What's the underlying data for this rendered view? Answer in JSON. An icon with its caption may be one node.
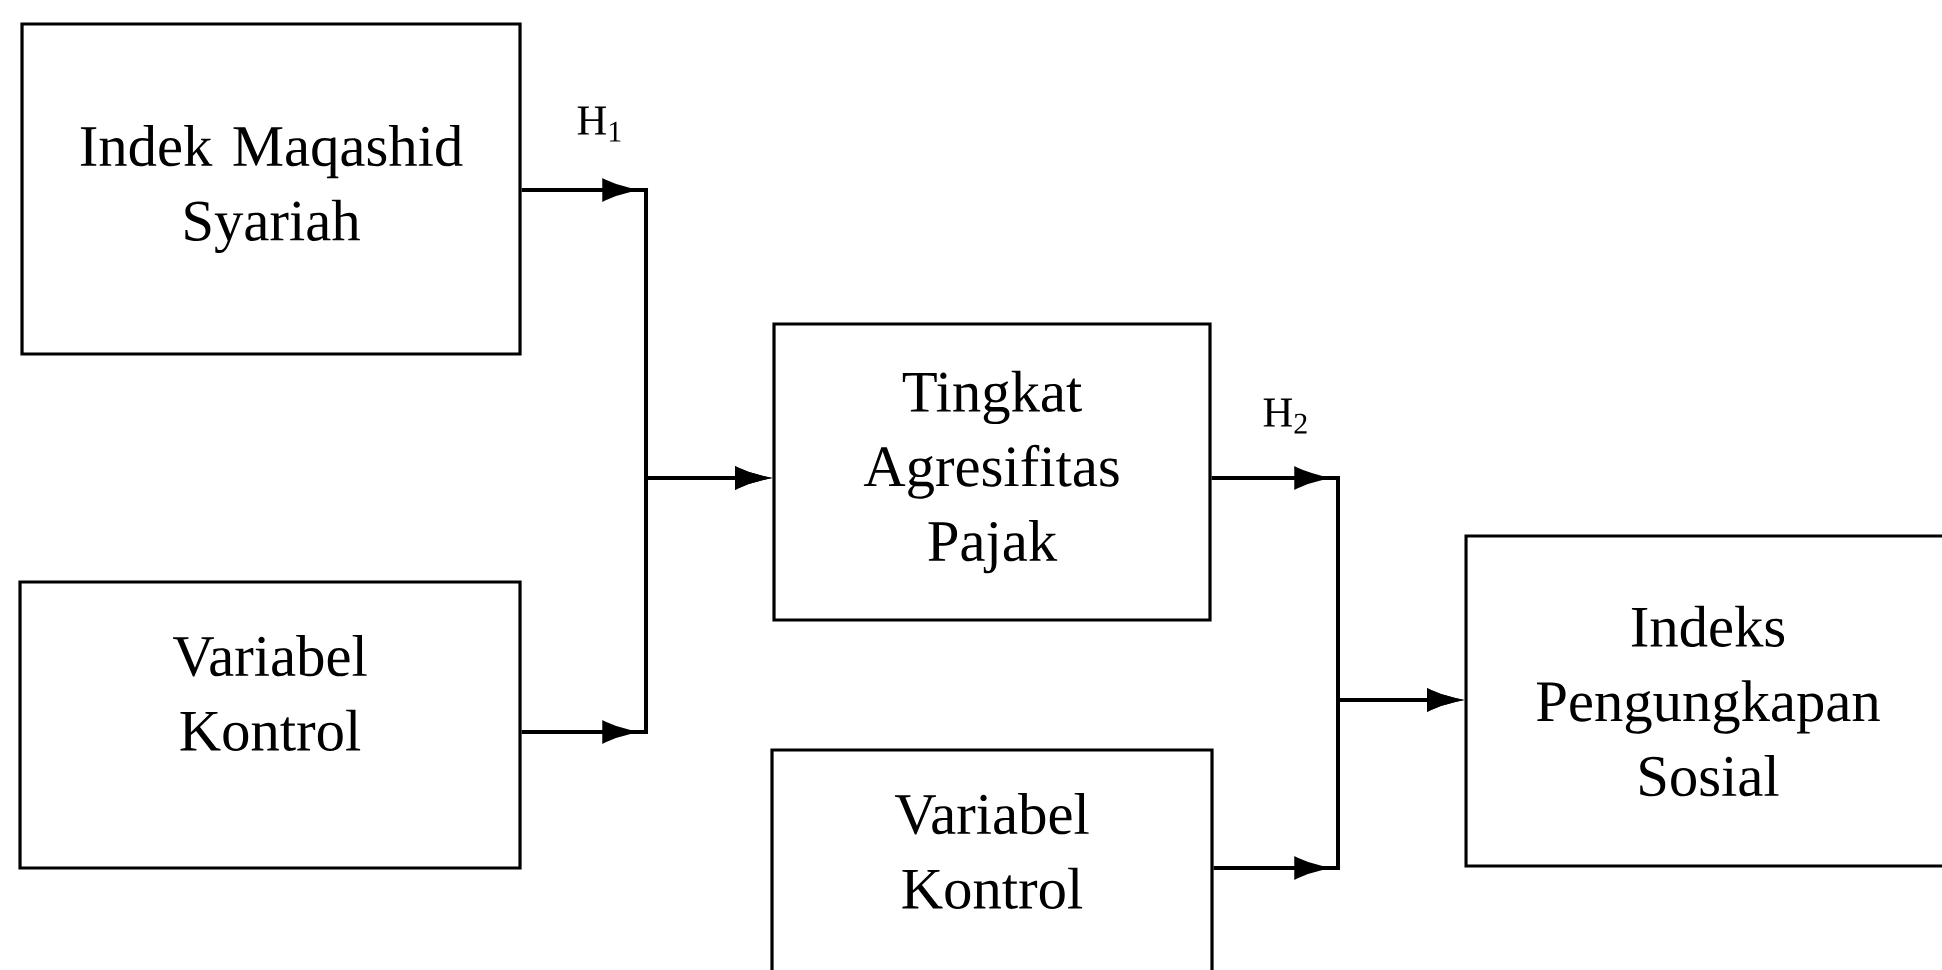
{
  "diagram": {
    "nodes": [
      {
        "text": [
          "Indek Maqashid Syariah"
        ]
      },
      {
        "text": [
          "Variabel Kontrol"
        ]
      },
      {
        "text": [
          "Tingkat Agresifitas Pajak"
        ]
      },
      {
        "text": [
          "Variabel Kontrol"
        ]
      },
      {
        "text": [
          "Indeks Pengungkapan Sosial"
        ]
      }
    ],
    "edges": [
      {
        "from": 0,
        "to": 2,
        "arrow": "to",
        "label": "H$_{1}$"
      },
      {
        "from": 1,
        "to": 2,
        "arrow": "to"
      },
      {
        "from": 2,
        "to": 4,
        "arrow": "to",
        "label": "H$_{2}$"
      },
      {
        "from": 3,
        "to": 4,
        "arrow": "to"
      }
    ]
  }
}
